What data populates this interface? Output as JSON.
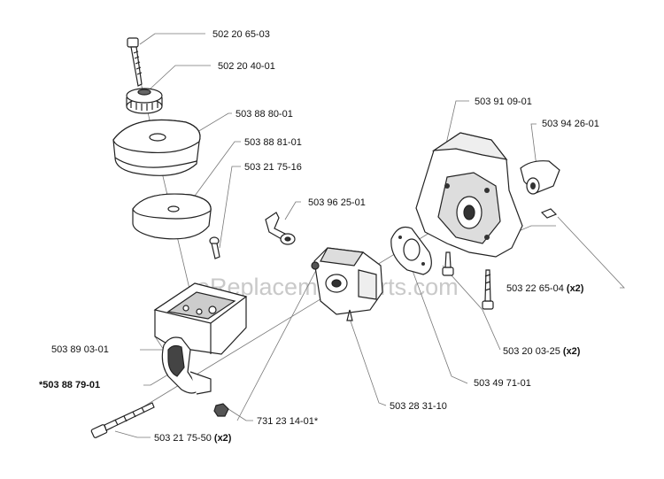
{
  "watermark": "eReplacementParts.com",
  "callouts": [
    {
      "id": "c1",
      "number": "502 20 65-03",
      "suffix": ""
    },
    {
      "id": "c2",
      "number": "502 20 40-01",
      "suffix": ""
    },
    {
      "id": "c3",
      "number": "503 88 80-01",
      "suffix": ""
    },
    {
      "id": "c4",
      "number": "503 88 81-01",
      "suffix": ""
    },
    {
      "id": "c5",
      "number": "503 21 75-16",
      "suffix": ""
    },
    {
      "id": "c6",
      "number": "503 96 25-01",
      "suffix": ""
    },
    {
      "id": "c7",
      "number": "503 91 09-01",
      "suffix": ""
    },
    {
      "id": "c8",
      "number": "503 94 26-01",
      "suffix": ""
    },
    {
      "id": "c9",
      "number": "503 22 65-04",
      "suffix": "(x2)"
    },
    {
      "id": "c10",
      "number": "503 89 03-01",
      "suffix": ""
    },
    {
      "id": "c11",
      "number": "*503 88 79-01",
      "suffix": ""
    },
    {
      "id": "c12",
      "number": "503 20 03-25",
      "suffix": "(x2)"
    },
    {
      "id": "c13",
      "number": "503 49 71-01",
      "suffix": ""
    },
    {
      "id": "c14",
      "number": "731 23 14-01*",
      "suffix": ""
    },
    {
      "id": "c15",
      "number": "503 28 31-10",
      "suffix": ""
    },
    {
      "id": "c16",
      "number": "503 21 75-50",
      "suffix": "(x2)"
    }
  ]
}
